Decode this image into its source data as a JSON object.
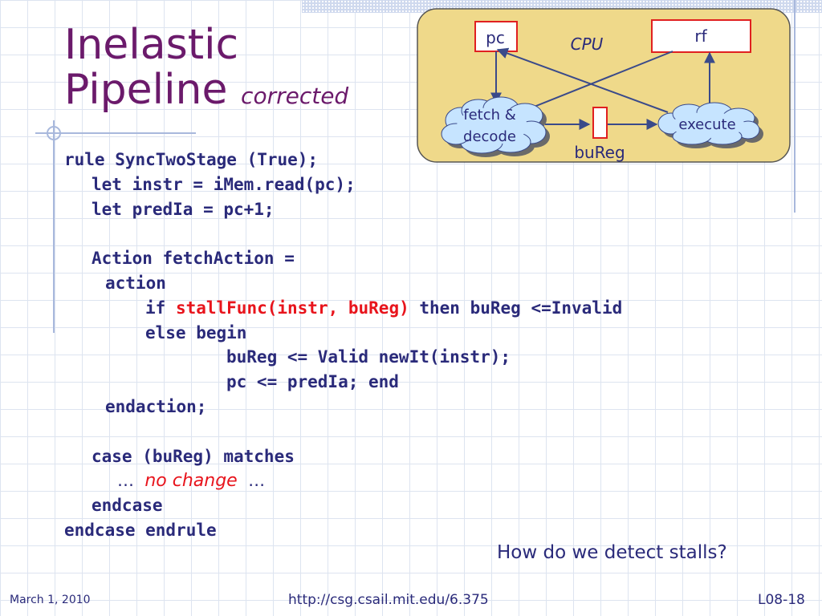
{
  "title": {
    "line1": "Inelastic",
    "line2": "Pipeline",
    "subtitle": "corrected"
  },
  "diagram": {
    "cpu_label": "CPU",
    "pc_label": "pc",
    "rf_label": "rf",
    "fetch_label_1": "fetch &",
    "fetch_label_2": "decode",
    "execute_label": "execute",
    "bureg_label": "buReg",
    "colors": {
      "container_fill": "#efd98a",
      "box_border": "#e02020",
      "cloud_fill": "#c6e4ff",
      "text": "#2a2a7a"
    }
  },
  "code": {
    "l01": "rule SyncTwoStage (True);",
    "l02": "let instr = iMem.read(pc);",
    "l03": "let predIa = pc+1;",
    "l04": "Action fetchAction =",
    "l05": "action",
    "l06_a": "if ",
    "l06_red": "stallFunc(instr, buReg)",
    "l06_b": " then buReg <=Invalid",
    "l07": "else begin",
    "l08": "buReg <= Valid newIt(instr);",
    "l09": "pc <= predIa; end",
    "l10": "endaction;",
    "l11": "case (buReg) matches",
    "l12_dots1": "…",
    "l12_red": "no change",
    "l12_dots2": "…",
    "l13": "endcase",
    "l14": "endcase endrule"
  },
  "question": "How do we detect stalls?",
  "footer": {
    "date": "March 1, 2010",
    "url": "http://csg.csail.mit.edu/6.375",
    "slide_number": "L08-18"
  }
}
